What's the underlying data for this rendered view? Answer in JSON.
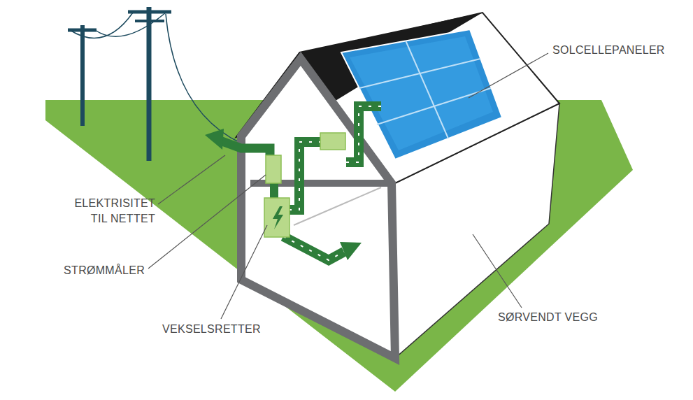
{
  "diagram": {
    "labels": [
      "SOLCELLEPANELER",
      "ELEKTRISITET TIL NETTET",
      "STRØMMÅLER",
      "VEKSELSRETTER",
      "SØRVENDT VEGG"
    ]
  }
}
